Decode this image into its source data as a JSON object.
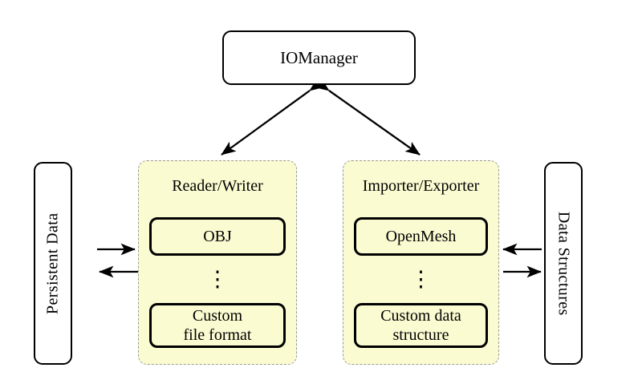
{
  "diagram": {
    "title": "IOManager architecture diagram",
    "background_color": "#ffffff",
    "panel_fill_color": "#fbfbd2",
    "panel_border_color": "#9a9a9a",
    "node_border_color": "#000000"
  },
  "manager": {
    "label": "IOManager"
  },
  "left_source": {
    "label": "Persistent Data"
  },
  "right_source": {
    "label": "Data Structures"
  },
  "panels": [
    {
      "title": "Reader/Writer",
      "items": [
        {
          "label": "OBJ"
        },
        {
          "label": "Custom\nfile format"
        }
      ],
      "ellipsis": "⋮"
    },
    {
      "title": "Importer/Exporter",
      "items": [
        {
          "label": "OpenMesh"
        },
        {
          "label": "Custom data\nstructure"
        }
      ],
      "ellipsis": "⋮"
    }
  ],
  "connections": [
    {
      "name": "manager-to-reader-writer",
      "from": "IOManager",
      "to": "Reader/Writer",
      "direction": "bidirectional"
    },
    {
      "name": "manager-to-importer-exporter",
      "from": "IOManager",
      "to": "Importer/Exporter",
      "direction": "bidirectional"
    },
    {
      "name": "persistent-data-to-reader-writer",
      "from": "Persistent Data",
      "to": "Reader/Writer",
      "direction": "right"
    },
    {
      "name": "reader-writer-to-persistent-data",
      "from": "Reader/Writer",
      "to": "Persistent Data",
      "direction": "left"
    },
    {
      "name": "data-structures-to-importer-exporter",
      "from": "Data Structures",
      "to": "Importer/Exporter",
      "direction": "left"
    },
    {
      "name": "importer-exporter-to-data-structures",
      "from": "Importer/Exporter",
      "to": "Data Structures",
      "direction": "right"
    }
  ]
}
